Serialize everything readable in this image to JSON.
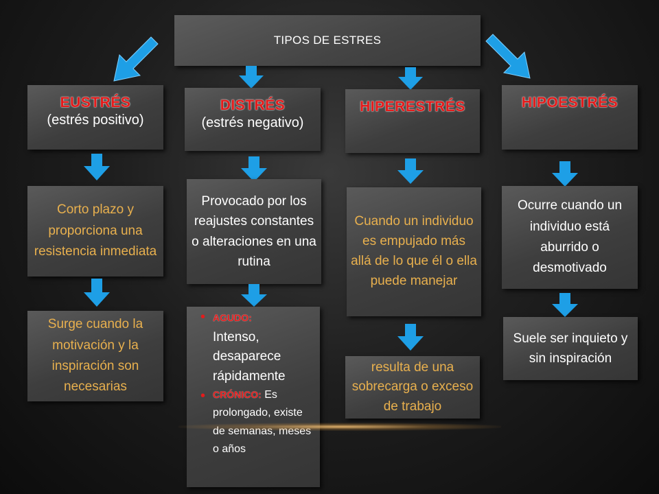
{
  "title": "TIPOS DE ESTRES",
  "eustres": {
    "name": "EUSTRÉS",
    "sub": "(estrés positivo)",
    "desc": "Corto plazo y proporciona una resistencia inmediata",
    "detail": "Surge cuando la motivación y la inspiración son necesarias"
  },
  "distres": {
    "name": "DISTRÉS",
    "sub": "(estrés negativo)",
    "desc": "Provocado por los reajustes constantes o alteraciones en una rutina",
    "agudo_label": "AGUDO:",
    "agudo_text": "Intenso, desaparece rápidamente",
    "cronico_label": "CRÓNICO:",
    "cronico_text": "Es prolongado, existe de semanas, meses o años"
  },
  "hiperestres": {
    "name": "HIPERESTRÉS",
    "desc": "Cuando un individuo es empujado más allá de lo que él o ella puede manejar",
    "detail": "resulta de una sobrecarga o exceso de trabajo"
  },
  "hipoestres": {
    "name": "HIPOESTRÉS",
    "desc": "Ocurre cuando un individuo está aburrido o desmotivado",
    "detail": "Suele ser inquieto y sin inspiración"
  },
  "colors": {
    "heading_red": "#e41b1b",
    "body_gold": "#e8b04e",
    "arrow_blue": "#1e9fe6",
    "box_gray": "#4a4a4a"
  }
}
